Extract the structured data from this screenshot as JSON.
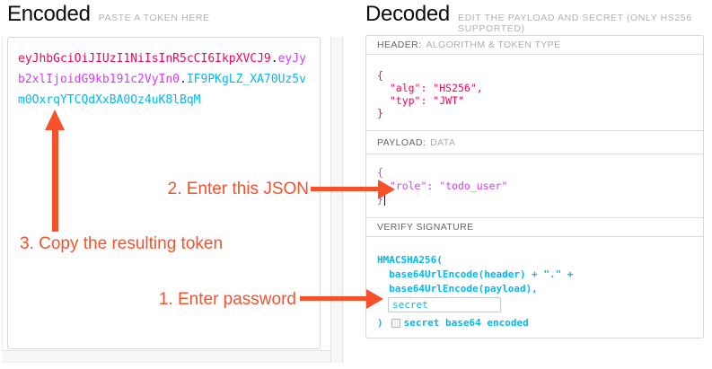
{
  "encoded_panel": {
    "title": "Encoded",
    "subtitle": "PASTE A TOKEN HERE",
    "token_parts": {
      "header": "eyJhbGciOiJIUzI1NiIsInR5cCI6IkpXVCJ9",
      "separator1": ".",
      "payload": "eyJyb2xlIjoidG9kb191c2VyIn0",
      "separator2": ".",
      "signature": "IF9PKgLZ_XA70Uz5vm0OxrqYTCQdXxBA0Oz4uK8lBqM"
    }
  },
  "decoded_panel": {
    "title": "Decoded",
    "subtitle": "EDIT THE PAYLOAD AND SECRET (ONLY HS256 SUPPORTED)",
    "header_section": {
      "label": "HEADER:",
      "label_detail": "ALGORITHM & TOKEN TYPE",
      "json_lines": [
        "{",
        "  \"alg\": \"HS256\",",
        "  \"typ\": \"JWT\"",
        "}"
      ]
    },
    "payload_section": {
      "label": "PAYLOAD:",
      "label_detail": "DATA",
      "json_lines": [
        "{",
        "  \"role\": \"todo_user\"",
        "}"
      ]
    },
    "signature_section": {
      "label": "VERIFY SIGNATURE",
      "code_lines": [
        "HMACSHA256(",
        "  base64UrlEncode(header) + \".\" +",
        "  base64UrlEncode(payload),"
      ],
      "secret_input_value": "secret",
      "closing_paren": ")",
      "checkbox_label": "secret base64 encoded",
      "checkbox_checked": false
    }
  },
  "annotations": {
    "step_1": "1. Enter password",
    "step_2": "2. Enter this JSON",
    "step_3": "3. Copy the resulting token"
  },
  "colors": {
    "jwt_header": "#fb015b",
    "jwt_payload": "#d63aff",
    "jwt_signature": "#00b9f1",
    "annotation_red": "#f6512b"
  }
}
